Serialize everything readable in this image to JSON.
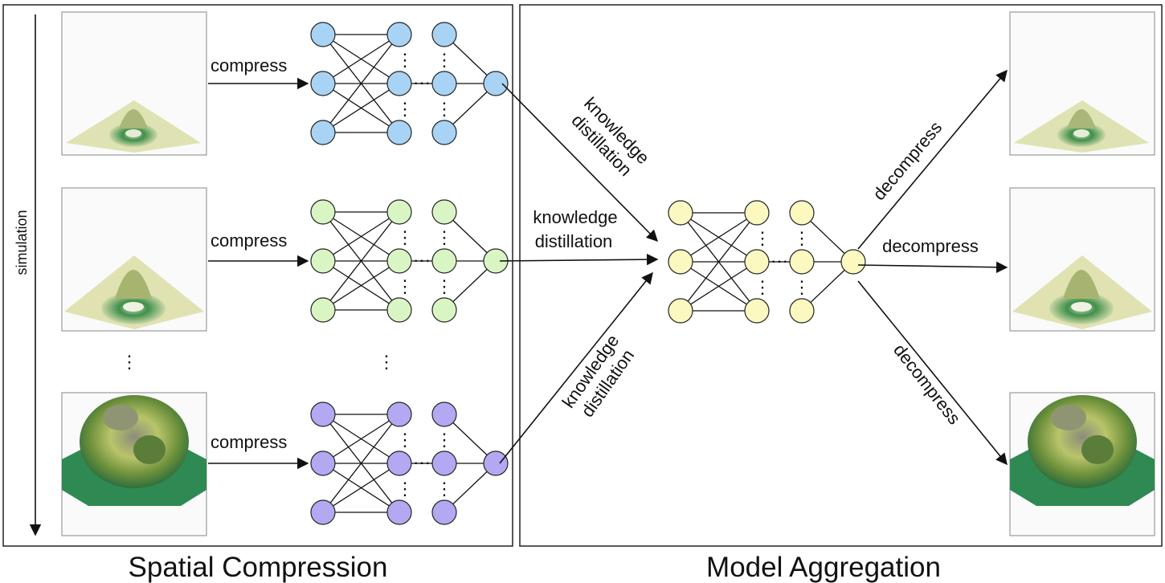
{
  "panels": {
    "left_title": "Spatial Compression",
    "right_title": "Model Aggregation"
  },
  "axis": {
    "time_label": "simulation"
  },
  "arrows": {
    "compress": "compress",
    "decompress": "decompress",
    "distill_line1": "knowledge",
    "distill_line2": "distillation"
  },
  "ellipsis": {
    "vertical": "⋮",
    "horizontal": "···"
  },
  "colors": {
    "blue_node": "#a9d3f5",
    "green_node": "#d9f5c4",
    "purple_node": "#b2a9f2",
    "yellow_node": "#fbf8c0",
    "frame": "#222222"
  },
  "images": {
    "thumbnails": [
      "simulation-timestep-early",
      "simulation-timestep-mid",
      "simulation-timestep-late"
    ],
    "outputs": [
      "decompressed-early",
      "decompressed-mid",
      "decompressed-late"
    ]
  }
}
